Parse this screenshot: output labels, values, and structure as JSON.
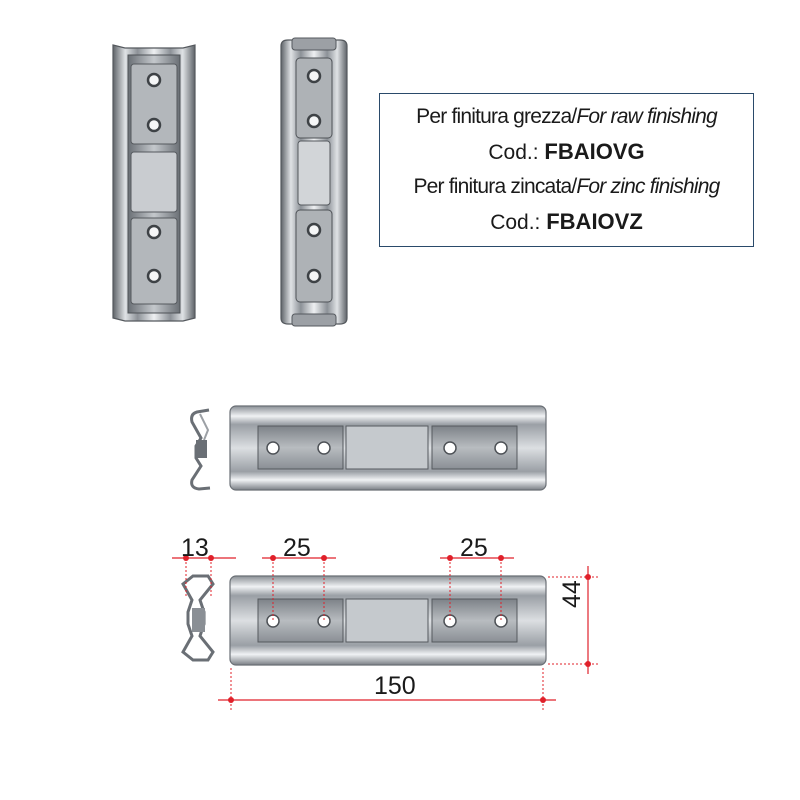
{
  "info": {
    "raw_label_it": "Per finitura grezza/",
    "raw_label_en": "For raw finishing",
    "cod_label": "Cod.: ",
    "raw_code": "FBAIOVG",
    "zinc_label_it": "Per finitura zincata/",
    "zinc_label_en": "For zinc finishing",
    "zinc_code": "FBAIOVZ"
  },
  "dimensions": {
    "profile_width": "13",
    "hole_spacing_left": "25",
    "hole_spacing_right": "25",
    "height": "44",
    "length": "150"
  },
  "colors": {
    "dimension_line": "#e0202a",
    "box_border": "#2a4a6a",
    "metal_dark": "#6f747a",
    "metal_light": "#e8eaec"
  }
}
